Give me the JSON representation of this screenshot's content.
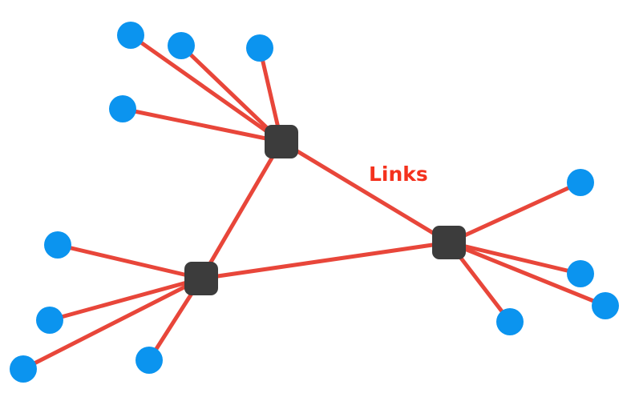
{
  "label": "Links",
  "colors": {
    "link": "#e8463a",
    "label": "#f4321e",
    "hub": "#3c3c3c",
    "leaf": "#0b94ef"
  },
  "hubs": [
    {
      "id": "hub-top"
    },
    {
      "id": "hub-left"
    },
    {
      "id": "hub-right"
    }
  ],
  "leaves": [
    {
      "id": "leaf-1",
      "hub": "hub-top"
    },
    {
      "id": "leaf-2",
      "hub": "hub-top"
    },
    {
      "id": "leaf-3",
      "hub": "hub-top"
    },
    {
      "id": "leaf-4",
      "hub": "hub-top"
    },
    {
      "id": "leaf-5",
      "hub": "hub-left"
    },
    {
      "id": "leaf-6",
      "hub": "hub-left"
    },
    {
      "id": "leaf-7",
      "hub": "hub-left"
    },
    {
      "id": "leaf-8",
      "hub": "hub-left"
    },
    {
      "id": "leaf-9",
      "hub": "hub-right"
    },
    {
      "id": "leaf-10",
      "hub": "hub-right"
    },
    {
      "id": "leaf-11",
      "hub": "hub-right"
    },
    {
      "id": "leaf-12",
      "hub": "hub-right"
    }
  ],
  "hub_links": [
    [
      "hub-top",
      "hub-left"
    ],
    [
      "hub-top",
      "hub-right"
    ],
    [
      "hub-left",
      "hub-right"
    ]
  ]
}
